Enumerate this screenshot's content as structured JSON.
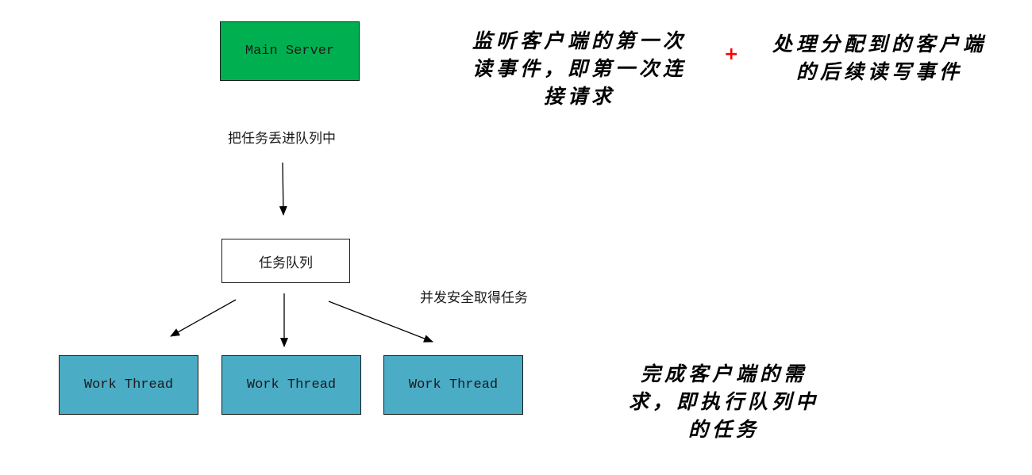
{
  "nodes": {
    "main_server": "Main Server",
    "task_queue": "任务队列",
    "workers": [
      "Work Thread",
      "Work Thread",
      "Work Thread"
    ]
  },
  "edge_labels": {
    "enqueue": "把任务丢进队列中",
    "dequeue": "并发安全取得任务"
  },
  "notes": {
    "main_server": "监听客户端的第一次读事件，即第一次连接请求",
    "plus": "+",
    "sub_reactor": "处理分配到的客户端的后续读写事件",
    "worker": "完成客户端的需求，即执行队列中的任务"
  },
  "colors": {
    "main_server_fill": "#00b050",
    "worker_fill": "#4bacc6",
    "plus": "#ff0000"
  }
}
